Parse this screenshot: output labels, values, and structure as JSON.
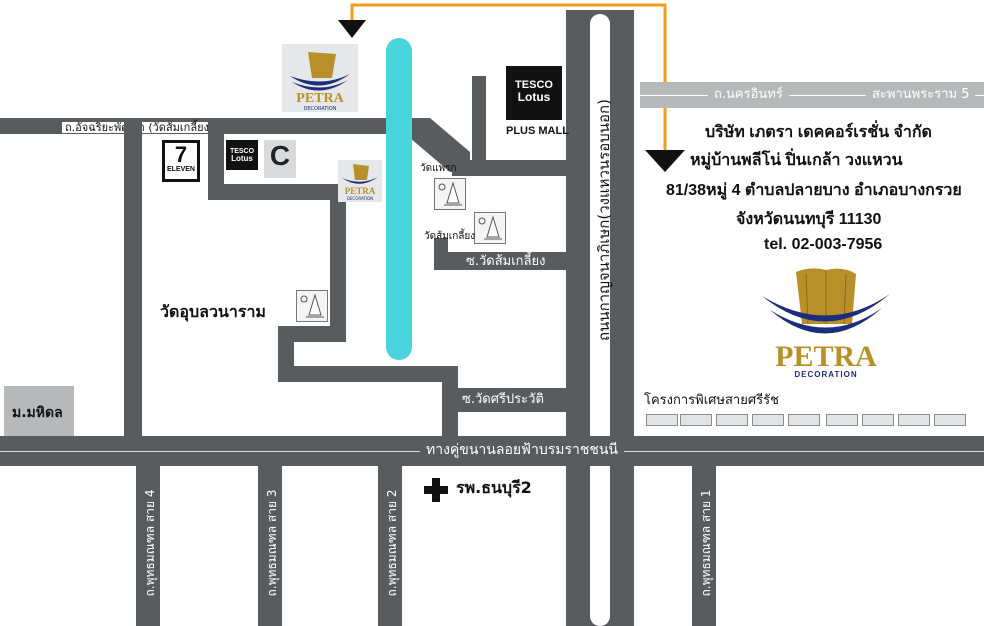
{
  "company": {
    "name": "บริษัท เภตรา เดคคอร์เรชั่น จำกัด",
    "village": "หมู่บ้านพลีโน่ ปิ่นเกล้า วงแหวน",
    "address": "81/38หมู่ 4  ตำบลปลายบาง อำเภอบางกรวย",
    "province": "จังหวัดนนทบุรี 11130",
    "phone": "tel. 02-003-7956"
  },
  "logo": {
    "brand": "PETRA",
    "tagline": "DECORATION"
  },
  "roads": {
    "main_horizontal": "ทางคู่ขนานลอยฟ้าบรมราชชนนี",
    "ring_road": "ถนนกาญจนาภิเษก(วงแหวนรอบนอก)",
    "top_left": "ถ.อัจฉริยะพัฒนา (วัดส้มเกลี้ยง)",
    "nakhon_in": "ถ.นครอินทร์",
    "rama5_bridge": "สะพานพระราม 5",
    "soi_wat_som": "ซ.วัดส้มเกลี้ยง",
    "soi_wat_si": "ซ.วัดศรีประวัติ",
    "line4": "ถ.พุทธมณฑล สาย 4",
    "line3": "ถ.พุทธมณฑล สาย 3",
    "line2": "ถ.พุทธมณฑล สาย 2",
    "line1": "ถ.พุทธมณฑล สาย 1"
  },
  "places": {
    "mahidol": "ม.มหิดล",
    "hospital": "รพ.ธนบุรี2",
    "wat_ubon": "วัดอุบลวนาราม",
    "wat_phraek": "วัดแพรก",
    "wat_som": "วัดส้มเกลี้ยง",
    "plus_mall": "PLUS MALL",
    "special_project": "โครงการพิเศษสายศรีรัช",
    "seven_eleven_num": "7",
    "seven_eleven_word": "ELEVEN",
    "big_c": "C"
  },
  "tesco": {
    "line1": "TESCO",
    "line2": "Lotus"
  },
  "colors": {
    "road": "#595c5f",
    "road_light": "#b7b8ba",
    "canal": "#49d3dc",
    "arrow": "#f39c1e",
    "logo_blue": "#1c2e7a",
    "logo_gold": "#b8902a"
  }
}
